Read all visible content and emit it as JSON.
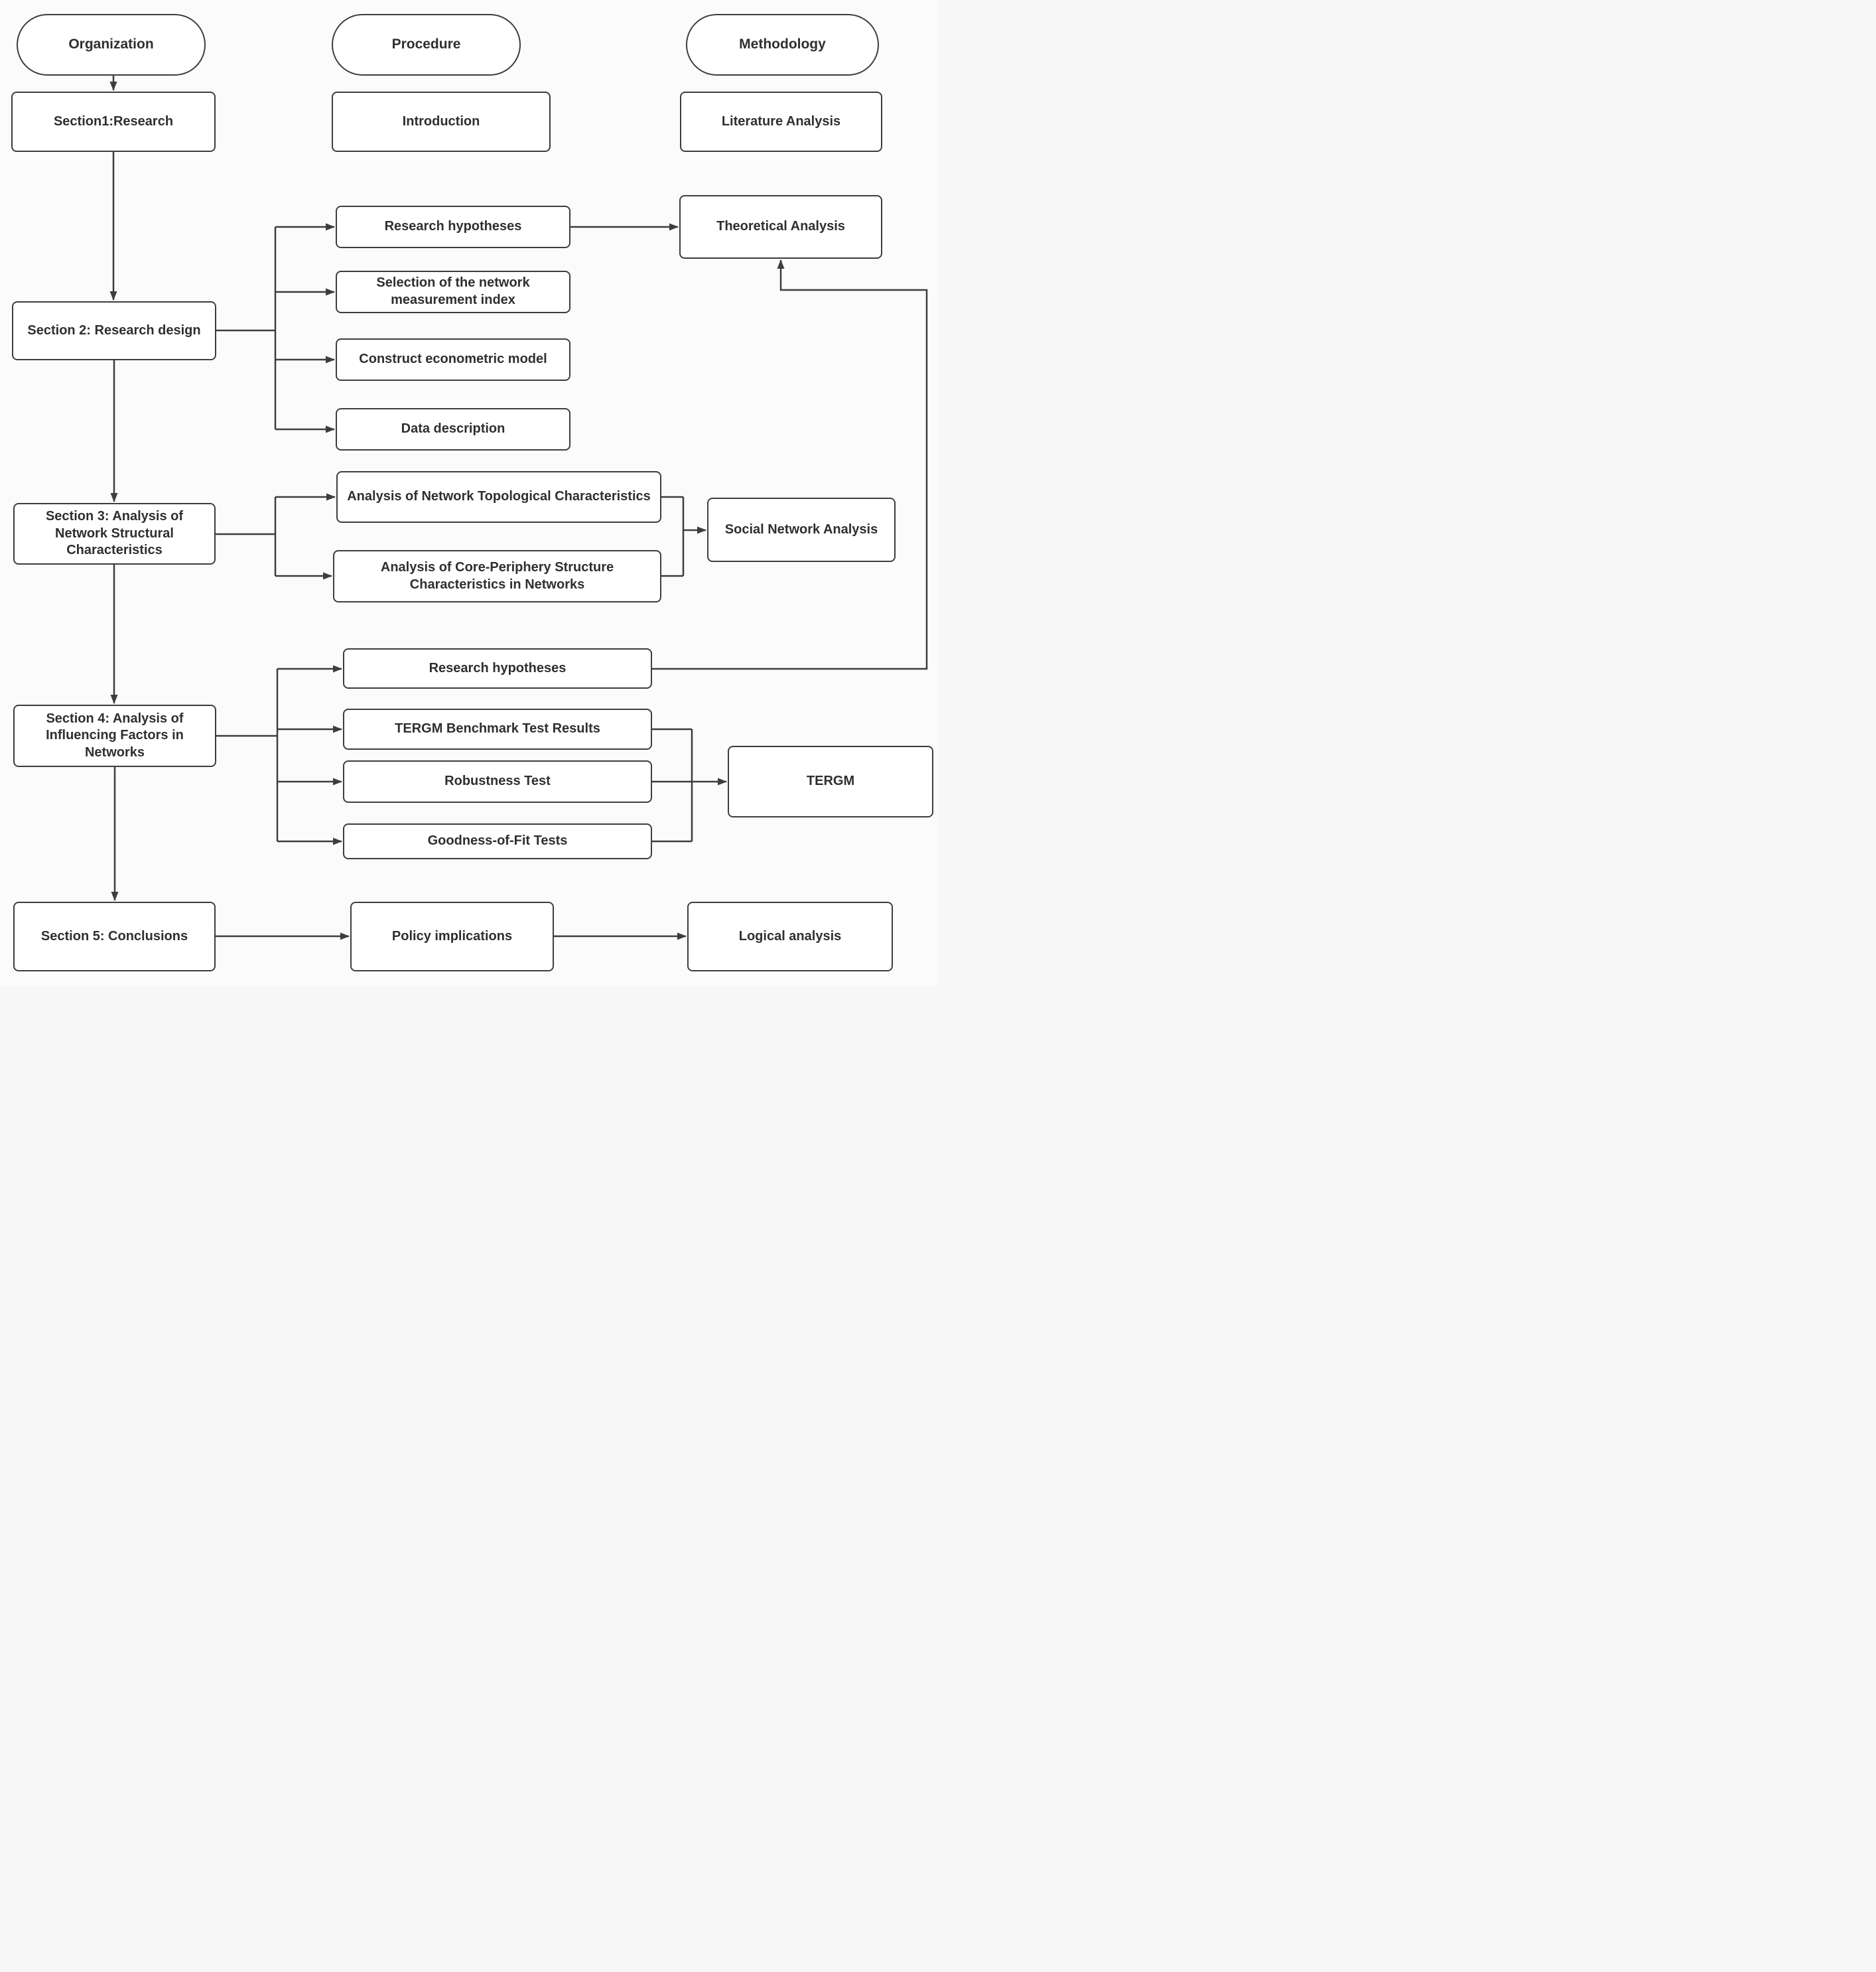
{
  "diagram": {
    "title_columns": {
      "organization": {
        "label": "Organization"
      },
      "procedure": {
        "label": "Procedure"
      },
      "methodology": {
        "label": "Methodology"
      }
    },
    "nodes": {
      "section1": {
        "label": "Section1:Research"
      },
      "introduction": {
        "label": "Introduction"
      },
      "literature_analysis": {
        "label": "Literature Analysis"
      },
      "section2": {
        "label": "Section 2: Research design"
      },
      "research_hypotheses_1": {
        "label": "Research hypotheses"
      },
      "selection_index": {
        "label": "Selection of the network measurement index"
      },
      "construct_model": {
        "label": "Construct econometric model"
      },
      "data_description": {
        "label": "Data description"
      },
      "theoretical_analysis": {
        "label": "Theoretical Analysis"
      },
      "section3": {
        "label": "Section 3: Analysis of Network Structural Characteristics"
      },
      "topological": {
        "label": "Analysis of Network Topological Characteristics"
      },
      "core_periphery": {
        "label": "Analysis of Core-Periphery Structure Characteristics in Networks"
      },
      "social_network_analysis": {
        "label": "Social Network Analysis"
      },
      "section4": {
        "label": "Section 4: Analysis of Influencing Factors in Networks"
      },
      "research_hypotheses_2": {
        "label": "Research hypotheses"
      },
      "tergm_benchmark": {
        "label": "TERGM Benchmark Test Results"
      },
      "robustness": {
        "label": "Robustness Test"
      },
      "goodness_of_fit": {
        "label": "Goodness-of-Fit Tests"
      },
      "tergm": {
        "label": "TERGM"
      },
      "section5": {
        "label": "Section 5: Conclusions"
      },
      "policy_implications": {
        "label": "Policy implications"
      },
      "logical_analysis": {
        "label": "Logical analysis"
      }
    },
    "edges": [
      {
        "from": "organization",
        "to": "section1"
      },
      {
        "from": "section1",
        "to": "section2"
      },
      {
        "from": "section2",
        "to": "section3"
      },
      {
        "from": "section3",
        "to": "section4"
      },
      {
        "from": "section4",
        "to": "section5"
      },
      {
        "from": "section2",
        "to": "research_hypotheses_1"
      },
      {
        "from": "section2",
        "to": "selection_index"
      },
      {
        "from": "section2",
        "to": "construct_model"
      },
      {
        "from": "section2",
        "to": "data_description"
      },
      {
        "from": "research_hypotheses_1",
        "to": "theoretical_analysis"
      },
      {
        "from": "section3",
        "to": "topological"
      },
      {
        "from": "section3",
        "to": "core_periphery"
      },
      {
        "from": "topological",
        "to": "social_network_analysis"
      },
      {
        "from": "core_periphery",
        "to": "social_network_analysis"
      },
      {
        "from": "section4",
        "to": "research_hypotheses_2"
      },
      {
        "from": "section4",
        "to": "tergm_benchmark"
      },
      {
        "from": "section4",
        "to": "robustness"
      },
      {
        "from": "section4",
        "to": "goodness_of_fit"
      },
      {
        "from": "research_hypotheses_2",
        "to": "theoretical_analysis"
      },
      {
        "from": "tergm_benchmark",
        "to": "tergm"
      },
      {
        "from": "robustness",
        "to": "tergm"
      },
      {
        "from": "goodness_of_fit",
        "to": "tergm"
      },
      {
        "from": "section5",
        "to": "policy_implications"
      },
      {
        "from": "policy_implications",
        "to": "logical_analysis"
      }
    ],
    "colors": {
      "line": "#3d3d3d",
      "border": "#3d3d3d",
      "text": "#2f2f2f",
      "box_fill": "#ffffff",
      "background": "#fbfbfb"
    }
  }
}
